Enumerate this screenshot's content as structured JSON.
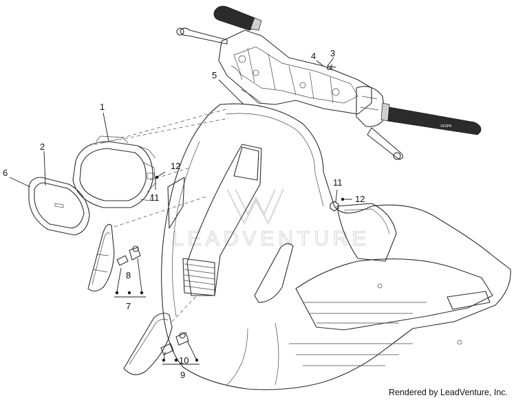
{
  "diagram": {
    "callouts": [
      {
        "id": "c1",
        "label": "1"
      },
      {
        "id": "c2",
        "label": "2"
      },
      {
        "id": "c3",
        "label": "3"
      },
      {
        "id": "c4",
        "label": "4"
      },
      {
        "id": "c5",
        "label": "5"
      },
      {
        "id": "c6",
        "label": "6"
      },
      {
        "id": "c7",
        "label": "7"
      },
      {
        "id": "c8",
        "label": "8"
      },
      {
        "id": "c9",
        "label": "9"
      },
      {
        "id": "c10",
        "label": "10"
      },
      {
        "id": "c11a",
        "label": "11"
      },
      {
        "id": "c11b",
        "label": "11"
      },
      {
        "id": "c12a",
        "label": "12"
      },
      {
        "id": "c12b",
        "label": "12"
      }
    ],
    "watermark": "LEADVENTURE",
    "grip_text": "VESPA"
  },
  "footer": {
    "credit": "Rendered by LeadVenture, Inc."
  }
}
